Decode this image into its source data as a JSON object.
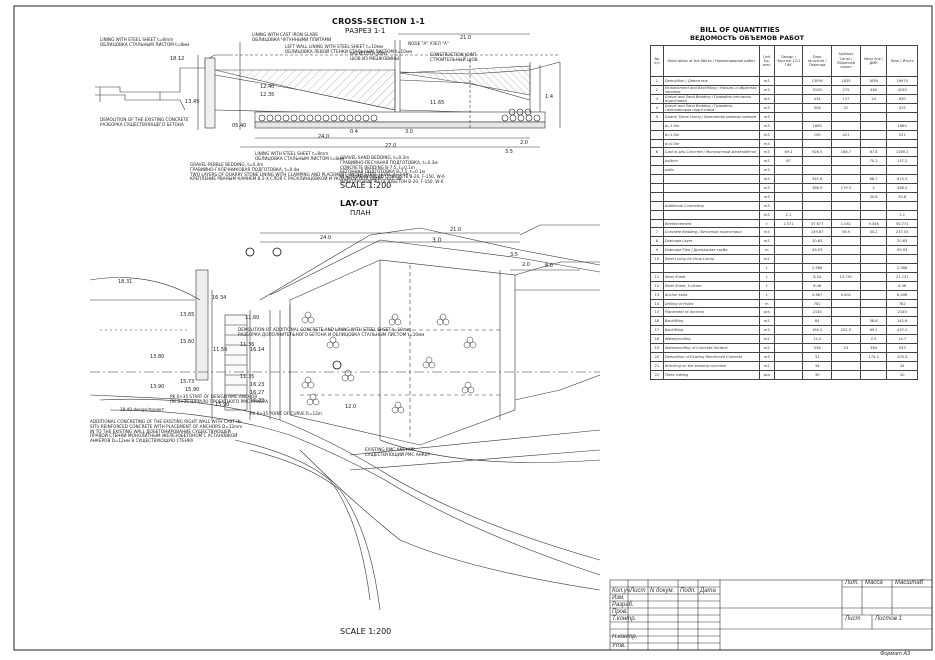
{
  "cross_section": {
    "title": "CROSS-SECTION 1-1",
    "subtitle": "РАЗРЕЗ 1-1",
    "scale": "SCALE 1:200",
    "labels": {
      "lining_steel": "LINING WITH STEEL SHEET t=8mm",
      "lining_steel_ru": "ОБЛИЦОВКА СТАЛЬНЫМ ЛИСТОМ t=8мм",
      "lining_cast_iron": "LINING WITH CAST IRON SLABS",
      "lining_cast_iron_ru": "ОБЛИЦОВКА ЧУГУННЫМИ ПЛИТАМИ",
      "left_wall": "LEFT WALL LINING WITH STEEL SHEET t=10мм",
      "left_wall_ru": "ОБЛИЦОВКА ЛЕВОЙ СТЕНКИ СТАЛЬНЫМ ЛИСТОМ t=10мм",
      "node_a": "УЗЕЛ \"A\"",
      "node_a_en": "NODE \"A\"",
      "construction_joint": "CONSTRUCTION JOINT",
      "construction_joint_ru": "СТРОИТЕЛЬНЫЙ ШОВ",
      "backcloth_joint": "BACKCLOTH JOINT",
      "backcloth_joint_ru": "ШОВ ИЗ МЕШКОВИНЫ",
      "demolition": "DEMOLITION OF THE EXISTING CONCRETE",
      "demolition_ru": "РАЗБОРКА СУЩЕСТВУЮЩЕГО БЕТОНА",
      "lining_steel_bottom": "LINING WITH STEEL SHEET t=8mm",
      "lining_steel_bottom_ru": "ОБЛИЦОВКА СТАЛЬНЫМ ЛИСТОМ t=8мм",
      "gravel_pebble": "GRAVEL-PEBBLE BEDDING, t=0.4m",
      "gravel_pebble_ru": "ГРАВИЙНО-ГАЛЕЧНИКОВАЯ ПОДГОТОВКА, t=0.4м",
      "quarry_stone": "TWO LAYERS OF QUARRY STONE LINING WITH CLAMPING AND PLACEMENT UNDER STEEL LEVEL d=1.5m",
      "quarry_stone_ru": "КРЕПЛЕНИЕ РВАНЫМ КАМНЕМ В 2-Х СЛОЯ С РАСКЛИНЦОВКОЙ И УКЛАДКОЙ ПОД ШИРР, d=1.5м",
      "gravel_sand": "GRAVEL-SAND BEDDING, t=0.3m",
      "gravel_sand_ru": "ГРАВИЙНО-ПЕСЧАНАЯ ПОДГОТОВКА, t=0.3м",
      "concrete_bedding": "CONCRETE BEDDING B-7.5, t=0.1m",
      "concrete_bedding_ru": "БЕТОННАЯ ПОДГОТОВКА В-7.5, t=0.1м",
      "in_situ": "IN-SITU REINFORCED CONCRETE B-20, F-150, W-6",
      "in_situ_ru": "МОНОЛИТНЫЙ ЖЕЛЕЗОБЕТОН В-20, F-150, W-6"
    },
    "dims": [
      "24.0",
      "27.0",
      "21.0",
      "3.0",
      "3.5",
      "2.0",
      "0.4",
      "18.12",
      "12.40",
      "12.35",
      "13.45",
      "11.65",
      "05.40",
      "1:4"
    ]
  },
  "layout": {
    "title": "LAY-OUT",
    "subtitle": "ПЛАН",
    "scale": "SCALE 1:200",
    "labels": {
      "demolition_additional": "DEMOLITION OF ADDITIONAL CONCRETE AND LINING WITH STEEL SHEET t=10mm",
      "demolition_additional_ru": "РАЗБОРКА ДОПОЛНИТЕЛЬНОГО БЕТОНА И ОБЛИЦОВКА СТАЛЬНЫМ ЛИСТОМ t=10мм",
      "additional_concreting": "ADDITIONAL CONCRETING OF THE EXISTING RIGHT WALL WITH CAST IN-SITU REINFORCED CONCRETE WITH PLACEMENT OF ANCHORS D=12mm IN TO THE EXISTING WALL",
      "additional_concreting_ru": "ДОБЕТОНИРОВАНИЕ СУЩЕСТВУЮЩЕЙ ПРАВОЙ СТЕНКИ МОНОЛИТНЫМ ЖЕЛЕЗОБЕТОНОМ С УСТАНОВКОЙ АНКЕРОВ D=12мм В СУЩЕСТВУЮЩУЮ СТЕНКУ",
      "existing_anchor": "EXISTING RMC ANCHOR",
      "existing_anchor_ru": "СУЩЕСТВУЮЩИЙ РМС АНКЕР",
      "start_anchor": "PK 0+35 START OF DESIGN RMC ANCHOR",
      "start_anchor_ru": "ПК 0+35 НАЧАЛО ПРОЕКТНОГО РМС АНКЕРА",
      "curve_point": "PK 0+35 POINT OF CURVE R=12m",
      "design_project": "18.40 design/проект"
    },
    "dims": [
      "24.0",
      "21.0",
      "3.0",
      "8.0",
      "3.5",
      "2.0",
      "12.0",
      "15.60",
      "11.56",
      "16.14",
      "16.23",
      "15.90",
      "15.73",
      "16.34",
      "13.65",
      "11.36",
      "11.35",
      "16.27",
      "16.22",
      "15.90",
      "13.90",
      "18.31",
      "13.80",
      "11.60"
    ]
  },
  "boq": {
    "title": "BILL OF QUANTITIES",
    "title_ru": "ВЕДОМОСТЬ ОБЪЕМОВ РАБОТ",
    "headers": {
      "no": "No n/n",
      "description": "Description of the Works / Наименование работ",
      "unit": "Unit Ед. изм.",
      "quantity": "Quantity / Количество",
      "col1": "Design / Чертеж 1/11 ГФС",
      "col2": "Drop structure / Перепад",
      "col3": "Spillway Canal / Сбросной канал",
      "col4": "Wear line / ДМК",
      "total": "Total / Итого"
    },
    "rows": [
      {
        "no": "1",
        "desc": "Demolition / Демонтаж",
        "unit": "m3",
        "v": [
          "",
          "13090",
          "1835",
          "1850",
          "16970"
        ]
      },
      {
        "no": "2",
        "desc": "Embankment and Backfilling / Насыпь и обратная засыпка",
        "unit": "m3",
        "v": [
          "",
          "9100",
          "275",
          "480",
          "4250"
        ]
      },
      {
        "no": "3",
        "desc": "Gravel and Sand Bedding / Гравийно-песчаная подготовка",
        "unit": "m3",
        "v": [
          "",
          "434",
          "137",
          "24",
          "630"
        ]
      },
      {
        "no": "4",
        "desc": "Gravel and Sand Bedding / Гравийно-галечниковая подготовка",
        "unit": "m3",
        "v": [
          "",
          "306",
          "31",
          "",
          "375"
        ]
      },
      {
        "no": "5",
        "desc": "Quarry Stone Lining / Крепление рваным камнем",
        "unit": "m3",
        "v": [
          "",
          "",
          "",
          "",
          ""
        ]
      },
      {
        "no": "",
        "desc": "d=1.5m",
        "unit": "m3",
        "v": [
          "",
          "1680",
          "",
          "",
          "1680"
        ]
      },
      {
        "no": "",
        "desc": "d=1.0m",
        "unit": "m3",
        "v": [
          "",
          "100",
          "421",
          "",
          "521"
        ]
      },
      {
        "no": "",
        "desc": "d=0.5m",
        "unit": "m3",
        "v": [
          "",
          "",
          "",
          "",
          ""
        ]
      },
      {
        "no": "6",
        "desc": "Cast in-situ Concrete / Монолитный железобетон",
        "unit": "m3",
        "v": [
          "69.1",
          "926.5",
          "186.7",
          "87.8",
          "1269.2"
        ]
      },
      {
        "no": "",
        "desc": "bottom",
        "unit": "m3",
        "v": [
          "67",
          "",
          "",
          "70.2",
          "137.2"
        ]
      },
      {
        "no": "",
        "desc": "walls",
        "unit": "m3",
        "v": [
          "",
          "",
          "",
          "",
          ""
        ]
      },
      {
        "no": "",
        "desc": "",
        "unit": "m3",
        "v": [
          "",
          "541.6",
          "",
          "68.7",
          "610.3"
        ]
      },
      {
        "no": "",
        "desc": "",
        "unit": "m3",
        "v": [
          "",
          "386.9",
          "179.3",
          "2",
          "568.2"
        ]
      },
      {
        "no": "",
        "desc": "",
        "unit": "m3",
        "v": [
          "",
          "",
          "",
          "30.8",
          "30.8"
        ]
      },
      {
        "no": "",
        "desc": "Additional Concreting",
        "unit": "m3",
        "v": [
          "",
          "",
          "",
          "",
          ""
        ]
      },
      {
        "no": "",
        "desc": "",
        "unit": "m3",
        "v": [
          "2.1",
          "",
          "",
          "",
          "2.1"
        ]
      },
      {
        "no": "",
        "desc": "Reinforcement",
        "unit": "t",
        "v": [
          "2.571",
          "37.677",
          "1.041",
          "9.346",
          "50.771"
        ]
      },
      {
        "no": "7",
        "desc": "Concrete Bedding / Бетонная подготовка",
        "unit": "m3",
        "v": [
          "",
          "149.87",
          "56.9",
          "30.2",
          "237.05"
        ]
      },
      {
        "no": "8",
        "desc": "Drainage Layer",
        "unit": "m3",
        "v": [
          "",
          "20.63",
          "",
          "",
          "20.63"
        ]
      },
      {
        "no": "9",
        "desc": "Drainage Pipe / Дренажная труба",
        "unit": "m",
        "v": [
          "",
          "49.93",
          "",
          "",
          "49.93"
        ]
      },
      {
        "no": "10",
        "desc": "Steel Lining for Drop Lining",
        "unit": "m2",
        "v": [
          "",
          "",
          "",
          "",
          ""
        ]
      },
      {
        "no": "",
        "desc": "",
        "unit": "t",
        "v": [
          "",
          "2.988",
          "",
          "",
          "2.988"
        ]
      },
      {
        "no": "11",
        "desc": "Steel Sheet",
        "unit": "t",
        "v": [
          "",
          "8.24",
          "13.791",
          "",
          "21.731"
        ]
      },
      {
        "no": "12",
        "desc": "Steel Sheet, t=8mm",
        "unit": "t",
        "v": [
          "",
          "6.46",
          "",
          "",
          "6.46"
        ]
      },
      {
        "no": "13",
        "desc": "Anchor bolts",
        "unit": "t",
        "v": [
          "",
          "5.667",
          "0.831",
          "",
          "6.498"
        ]
      },
      {
        "no": "14",
        "desc": "Drilling of Holes",
        "unit": "m",
        "v": [
          "",
          "782",
          "",
          "",
          "782"
        ]
      },
      {
        "no": "15",
        "desc": "Placement of Anchors",
        "unit": "pcs",
        "v": [
          "",
          "2140",
          "",
          "",
          "2140"
        ]
      },
      {
        "no": "16",
        "desc": "Backfilling",
        "unit": "m3",
        "v": [
          "",
          "84",
          "",
          "58.6",
          "142.6"
        ]
      },
      {
        "no": "17",
        "desc": "Backfilling",
        "unit": "m3",
        "v": [
          "",
          "165.2",
          "202.9",
          "69.1",
          "437.2"
        ]
      },
      {
        "no": "18",
        "desc": "Waterproofing",
        "unit": "m2",
        "v": [
          "",
          "12.2",
          "",
          "2.5",
          "14.7"
        ]
      },
      {
        "no": "19",
        "desc": "Waterproofing of Concrete Surface",
        "unit": "m2",
        "v": [
          "",
          "536",
          "23",
          "384",
          "943"
        ]
      },
      {
        "no": "20",
        "desc": "Demolition of Existing Reinforced Concrete",
        "unit": "m3",
        "v": [
          "",
          "31",
          "",
          "174.3",
          "205.3"
        ]
      },
      {
        "no": "21",
        "desc": "Notching on the existing concrete",
        "unit": "m2",
        "v": [
          "",
          "34",
          "",
          "",
          "34"
        ]
      },
      {
        "no": "22",
        "desc": "Trees cutting",
        "unit": "pcs",
        "v": [
          "",
          "30",
          "",
          "",
          "30"
        ]
      }
    ]
  },
  "title_block": {
    "rows": [
      "Изм.",
      "Разраб.",
      "Пров.",
      "Т.контр.",
      "Н.контр.",
      "Утв."
    ],
    "head": [
      "Кол.уч.",
      "Лист",
      "N докум.",
      "Подп.",
      "Дата"
    ],
    "cells": [
      "Лит.",
      "Масса",
      "Масштаб",
      "Лист",
      "Листов 1"
    ],
    "format": "Формат  А3"
  }
}
